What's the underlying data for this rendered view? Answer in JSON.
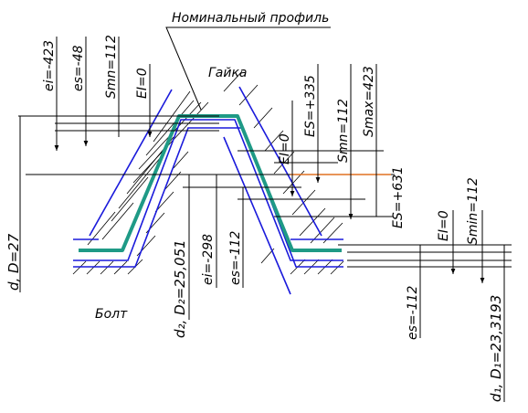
{
  "labels": {
    "nominal_profile": "Номинальный профиль",
    "nut": "Гайка",
    "bolt": "Болт",
    "d_D": "d, D=27",
    "d2_D2": "d₂, D₂=25,051",
    "d1_D1": "d₁, D₁=23,3193"
  },
  "bolt_major": {
    "ei": "ei=-423",
    "es": "es=-48",
    "s_min": "Smn=112",
    "EI": "EI=0"
  },
  "nut_pitch": {
    "EI": "EI=0",
    "ES": "ES=+335",
    "s_min": "Smn=112",
    "s_max": "Smax=423"
  },
  "bolt_pitch": {
    "ei": "ei=-298",
    "es": "es=-112"
  },
  "nut_minor": {
    "ES": "ES=+631",
    "EI": "EI=0",
    "s_min": "Smin=112"
  },
  "bolt_minor": {
    "es": "es=-112"
  },
  "colors": {
    "profile": "#1f9a86",
    "limits": "#1a1adb",
    "pitch_line": "#e07020"
  }
}
